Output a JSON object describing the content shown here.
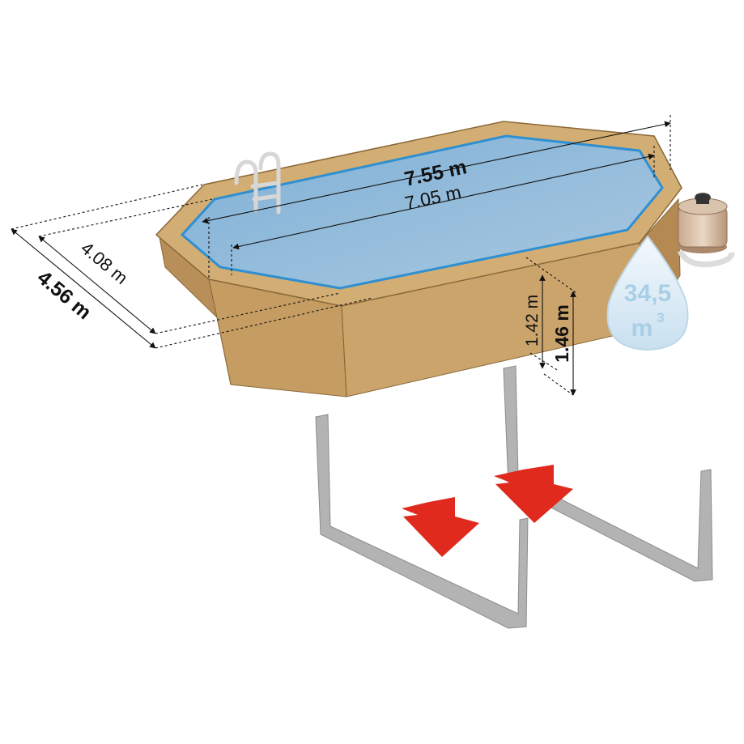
{
  "dimensions": {
    "outer_length": "7.55 m",
    "inner_length": "7.05 m",
    "inner_width": "4.08 m",
    "outer_width": "4.56 m",
    "inner_height": "1.42 m",
    "outer_height": "1.46 m"
  },
  "volume": {
    "value": "34,5",
    "unit": "m",
    "exponent": "3"
  },
  "colors": {
    "wood": "#c9a36a",
    "wood_dark": "#b08a52",
    "wood_light": "#dcbc88",
    "water": "#8fb8d8",
    "water_edge": "#2f8fd0",
    "arrow": "#e02a1e",
    "bracket": "#a8a8a8",
    "drop": "#dcecf6"
  }
}
